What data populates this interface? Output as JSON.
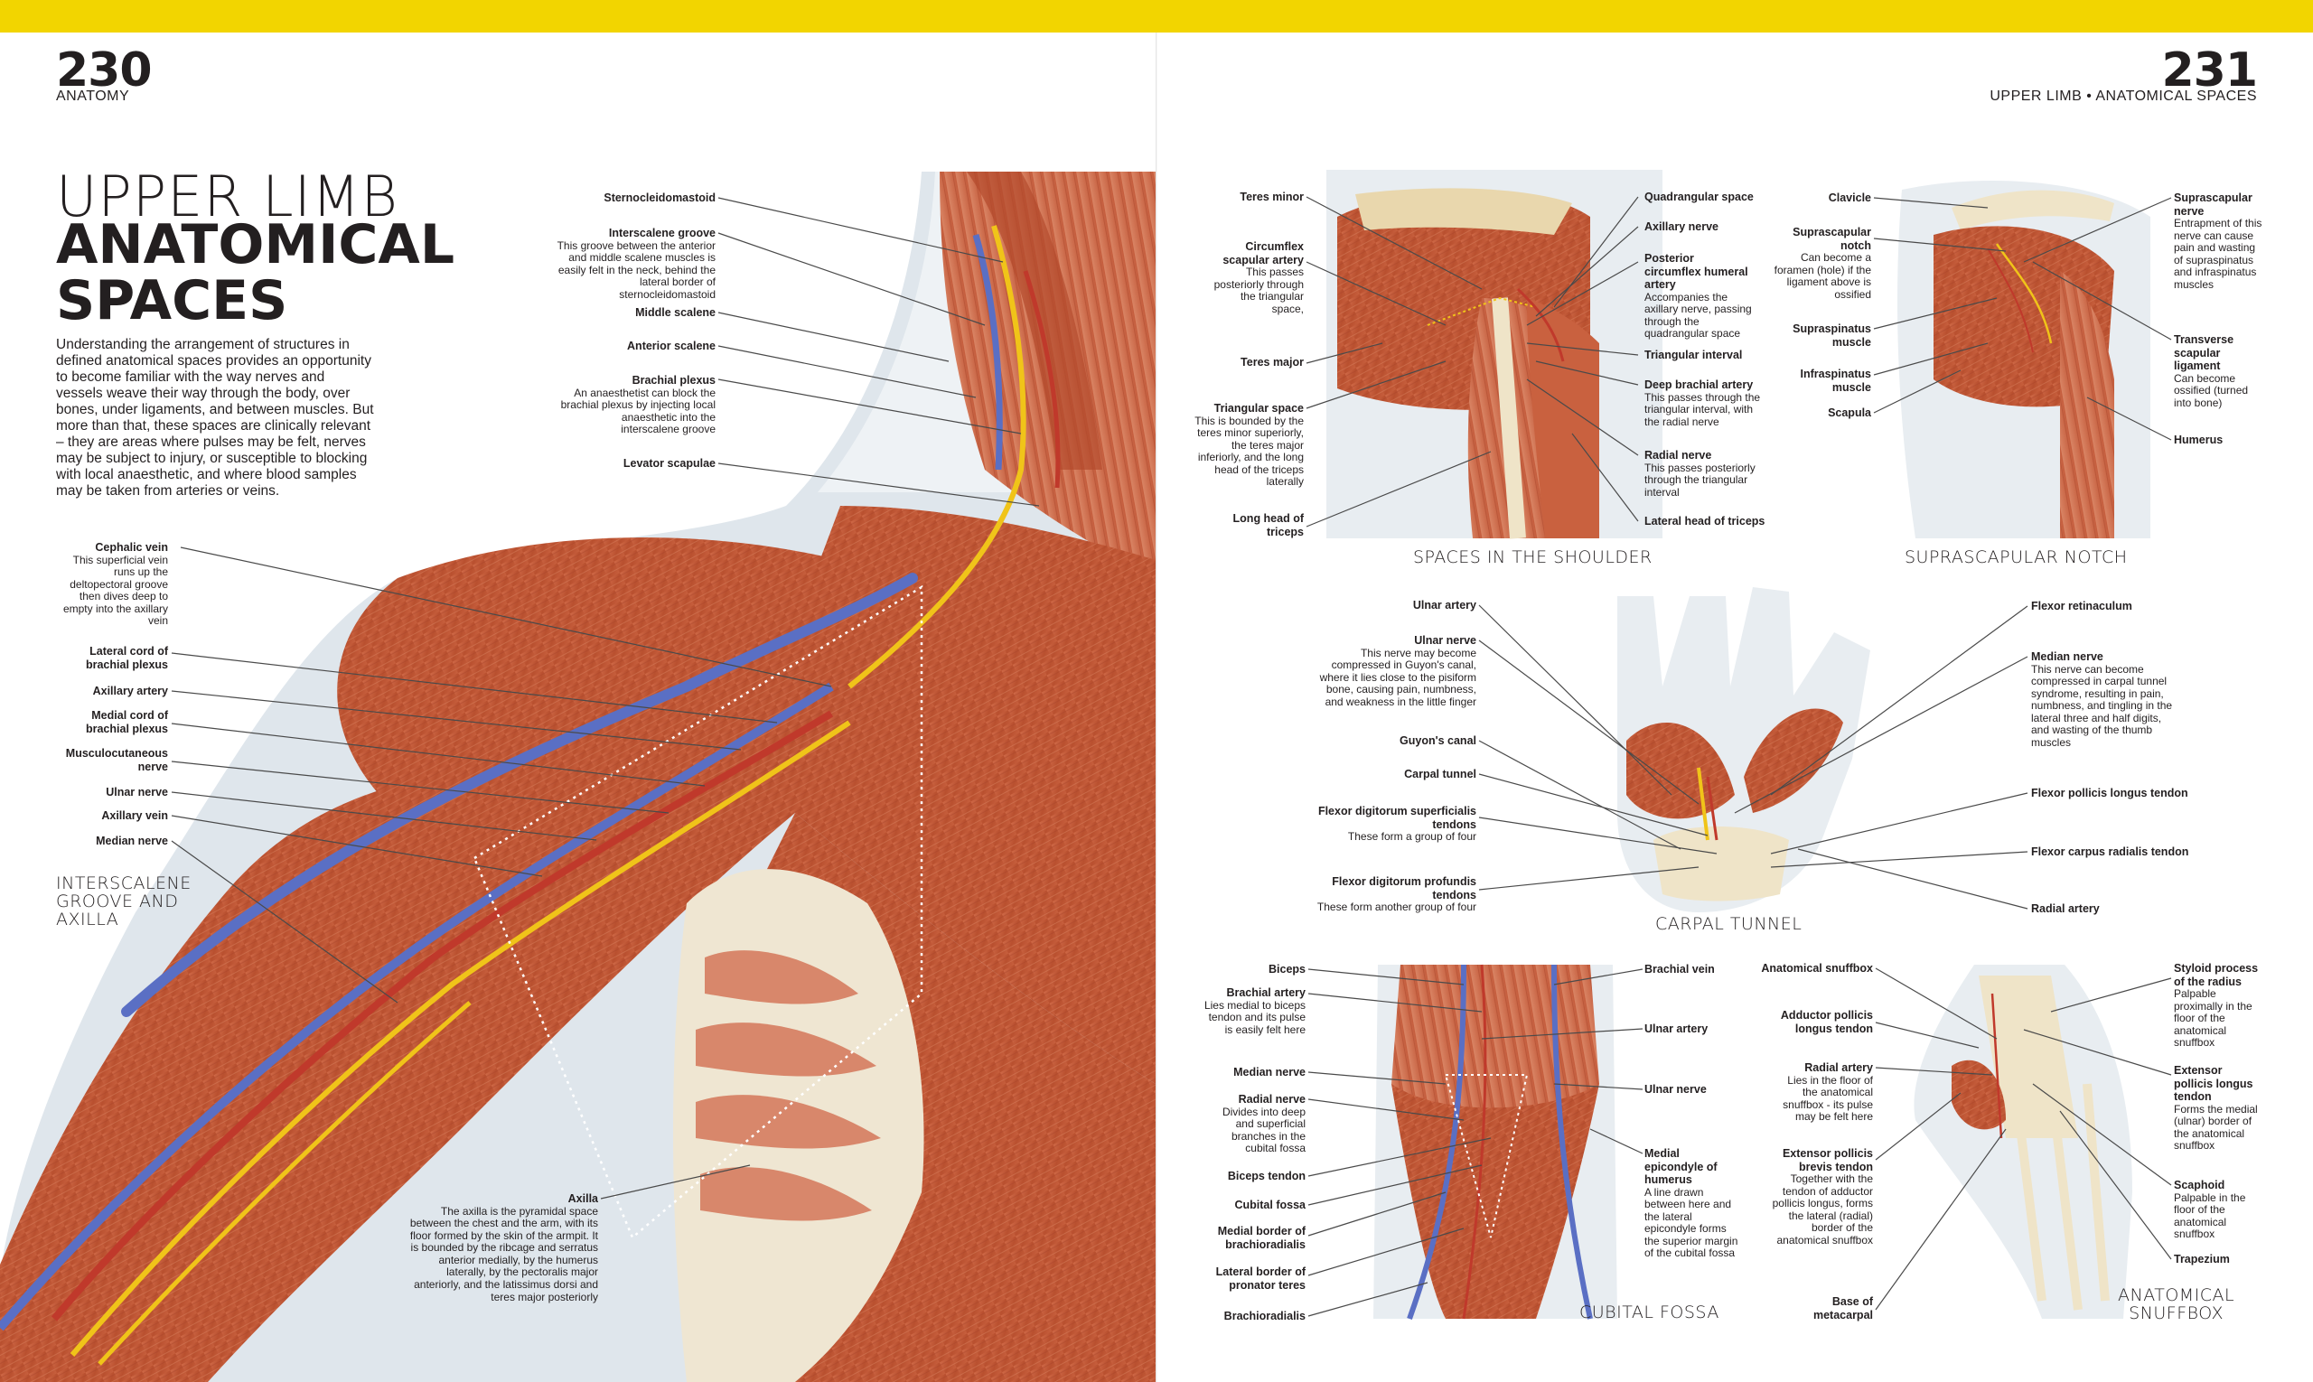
{
  "header": {
    "left_page_number": "230",
    "left_running_head": "ANATOMY",
    "right_page_number": "231",
    "right_running_head": "UPPER LIMB • ANATOMICAL SPACES"
  },
  "title": {
    "line1": "UPPER LIMB",
    "line2": "ANATOMICAL",
    "line3": "SPACES"
  },
  "intro": "Understanding the arrangement of structures in defined anatomical spaces provides an opportunity to become familiar with the way nerves and vessels weave their way through the body, over bones, under ligaments, and between muscles. But more than that, these spaces are clinically relevant – they are areas where pulses may be felt, nerves may be subject to injury, or susceptible to blocking with local anaesthetic, and where blood samples may be taken from arteries or veins.",
  "main_figure": {
    "caption": [
      "INTERSCALENE",
      "GROOVE AND",
      "AXILLA"
    ],
    "labels": {
      "sternocleidomastoid": {
        "title": "Sternocleidomastoid"
      },
      "interscalene_groove": {
        "title": "Interscalene groove",
        "desc": "This groove between the anterior and middle scalene muscles is easily felt in the neck, behind the lateral border of sternocleidomastoid"
      },
      "middle_scalene": {
        "title": "Middle scalene"
      },
      "anterior_scalene": {
        "title": "Anterior scalene"
      },
      "brachial_plexus": {
        "title": "Brachial plexus",
        "desc": "An anaesthetist can block the brachial plexus by injecting local anaesthetic into the interscalene groove"
      },
      "levator_scapulae": {
        "title": "Levator scapulae"
      },
      "cephalic_vein": {
        "title": "Cephalic vein",
        "desc": "This superficial vein runs up the deltopectoral groove then dives deep to empty into the axillary vein"
      },
      "lateral_cord": {
        "title": "Lateral cord of brachial plexus"
      },
      "axillary_artery": {
        "title": "Axillary artery"
      },
      "medial_cord": {
        "title": "Medial cord of brachial plexus"
      },
      "musculocutaneous_nerve": {
        "title": "Musculocutaneous nerve"
      },
      "ulnar_nerve": {
        "title": "Ulnar nerve"
      },
      "axillary_vein": {
        "title": "Axillary vein"
      },
      "median_nerve": {
        "title": "Median nerve"
      },
      "axilla": {
        "title": "Axilla",
        "desc": "The axilla is the pyramidal space between the chest and the arm, with its floor formed by the skin of the armpit. It is bounded by the ribcage and serratus anterior medially, by the humerus laterally, by the pectoralis major anteriorly, and the latissimus dorsi and teres major posteriorly"
      }
    }
  },
  "shoulder_figure": {
    "caption": "SPACES IN THE SHOULDER",
    "labels": {
      "teres_minor": {
        "title": "Teres minor"
      },
      "circumflex_scapular_artery": {
        "title": "Circumflex scapular artery",
        "desc": "This passes posteriorly through the triangular space,"
      },
      "teres_major": {
        "title": "Teres major"
      },
      "triangular_space": {
        "title": "Triangular space",
        "desc": "This is bounded by the teres minor superiorly, the teres major inferiorly, and the long head of the triceps laterally"
      },
      "long_head_triceps": {
        "title": "Long head of triceps"
      },
      "quadrangular_space": {
        "title": "Quadrangular space"
      },
      "axillary_nerve": {
        "title": "Axillary nerve"
      },
      "posterior_circumflex": {
        "title": "Posterior circumflex humeral artery",
        "desc": "Accompanies the axillary nerve, passing through the quadrangular space"
      },
      "triangular_interval": {
        "title": "Triangular interval"
      },
      "deep_brachial_artery": {
        "title": "Deep brachial artery",
        "desc": "This passes through the triangular interval, with the radial nerve"
      },
      "radial_nerve": {
        "title": "Radial nerve",
        "desc": "This passes posteriorly through the triangular interval"
      },
      "lateral_head_triceps": {
        "title": "Lateral head of triceps"
      }
    }
  },
  "suprascapular_figure": {
    "caption": "SUPRASCAPULAR NOTCH",
    "labels": {
      "clavicle": {
        "title": "Clavicle"
      },
      "suprascapular_notch": {
        "title": "Suprascapular notch",
        "desc": "Can become a foramen (hole) if the ligament above is ossified"
      },
      "supraspinatus_muscle": {
        "title": "Supraspinatus muscle"
      },
      "infraspinatus_muscle": {
        "title": "Infraspinatus muscle"
      },
      "scapula": {
        "title": "Scapula"
      },
      "suprascapular_nerve": {
        "title": "Suprascapular nerve",
        "desc": "Entrapment of this nerve can cause pain and wasting of supraspinatus and infraspinatus muscles"
      },
      "transverse_scapular_ligament": {
        "title": "Transverse scapular ligament",
        "desc": "Can become ossified (turned into bone)"
      },
      "humerus": {
        "title": "Humerus"
      }
    }
  },
  "carpal_figure": {
    "caption": "CARPAL TUNNEL",
    "labels": {
      "ulnar_artery": {
        "title": "Ulnar artery"
      },
      "ulnar_nerve": {
        "title": "Ulnar nerve",
        "desc": "This nerve may become compressed in Guyon's canal, where it lies close to the pisiform bone, causing pain, numbness, and weakness in the little finger"
      },
      "guyons_canal": {
        "title": "Guyon's canal"
      },
      "carpal_tunnel": {
        "title": "Carpal tunnel"
      },
      "fds_tendons": {
        "title": "Flexor digitorum superficialis tendons",
        "desc": "These form a group of four"
      },
      "fdp_tendons": {
        "title": "Flexor digitorum profundis tendons",
        "desc": "These form another group of four"
      },
      "flexor_retinaculum": {
        "title": "Flexor retinaculum"
      },
      "median_nerve": {
        "title": "Median nerve",
        "desc": "This nerve can become compressed in carpal tunnel syndrome, resulting in pain, numbness, and tingling in the lateral three and half digits, and wasting of the thumb muscles"
      },
      "fpl_tendon": {
        "title": "Flexor pollicis longus tendon"
      },
      "fcr_tendon": {
        "title": "Flexor carpus radialis tendon"
      },
      "radial_artery": {
        "title": "Radial artery"
      }
    }
  },
  "cubital_figure": {
    "caption": "CUBITAL FOSSA",
    "labels": {
      "biceps": {
        "title": "Biceps"
      },
      "brachial_artery": {
        "title": "Brachial artery",
        "desc": "Lies medial to biceps tendon and its pulse is easily felt here"
      },
      "median_nerve": {
        "title": "Median nerve"
      },
      "radial_nerve": {
        "title": "Radial nerve",
        "desc": "Divides into deep and superficial branches in the cubital fossa"
      },
      "biceps_tendon": {
        "title": "Biceps tendon"
      },
      "cubital_fossa": {
        "title": "Cubital fossa"
      },
      "medial_border_br": {
        "title": "Medial border of brachioradialis"
      },
      "lateral_border_pt": {
        "title": "Lateral border of pronator teres"
      },
      "brachioradialis": {
        "title": "Brachioradialis"
      },
      "brachial_vein": {
        "title": "Brachial vein"
      },
      "ulnar_artery": {
        "title": "Ulnar artery"
      },
      "ulnar_nerve": {
        "title": "Ulnar nerve"
      },
      "medial_epicondyle": {
        "title": "Medial epicondyle of humerus",
        "desc": "A line drawn between here and the lateral epicondyle forms the superior margin of the cubital fossa"
      }
    }
  },
  "snuffbox_figure": {
    "caption": [
      "ANATOMICAL",
      "SNUFFBOX"
    ],
    "labels": {
      "anatomical_snuffbox": {
        "title": "Anatomical snuffbox"
      },
      "apl_tendon": {
        "title": "Adductor pollicis longus tendon"
      },
      "radial_artery": {
        "title": "Radial artery",
        "desc": "Lies in the floor of the anatomical snuffbox - its pulse may be felt here"
      },
      "epb_tendon": {
        "title": "Extensor pollicis brevis tendon",
        "desc": "Together with the tendon of adductor pollicis longus, forms the lateral (radial) border of the anatomical snuffbox"
      },
      "base_metacarpal": {
        "title": "Base of metacarpal"
      },
      "styloid_radius": {
        "title": "Styloid process of the radius",
        "desc": "Palpable proximally in the floor of the anatomical snuffbox"
      },
      "epl_tendon": {
        "title": "Extensor pollicis longus tendon",
        "desc": "Forms the medial (ulnar) border of the anatomical snuffbox"
      },
      "scaphoid": {
        "title": "Scaphoid",
        "desc": "Palpable in the floor of the anatomical snuffbox"
      },
      "trapezium": {
        "title": "Trapezium"
      }
    }
  },
  "colors": {
    "header_yellow": "#f2d500",
    "muscle": "#c85a3c",
    "muscle_light": "#dd8363",
    "vein": "#5a6fc4",
    "artery": "#c0392b",
    "nerve": "#f0c419",
    "bone": "#efe4c8",
    "skin_halo": "#dfe6ec"
  }
}
